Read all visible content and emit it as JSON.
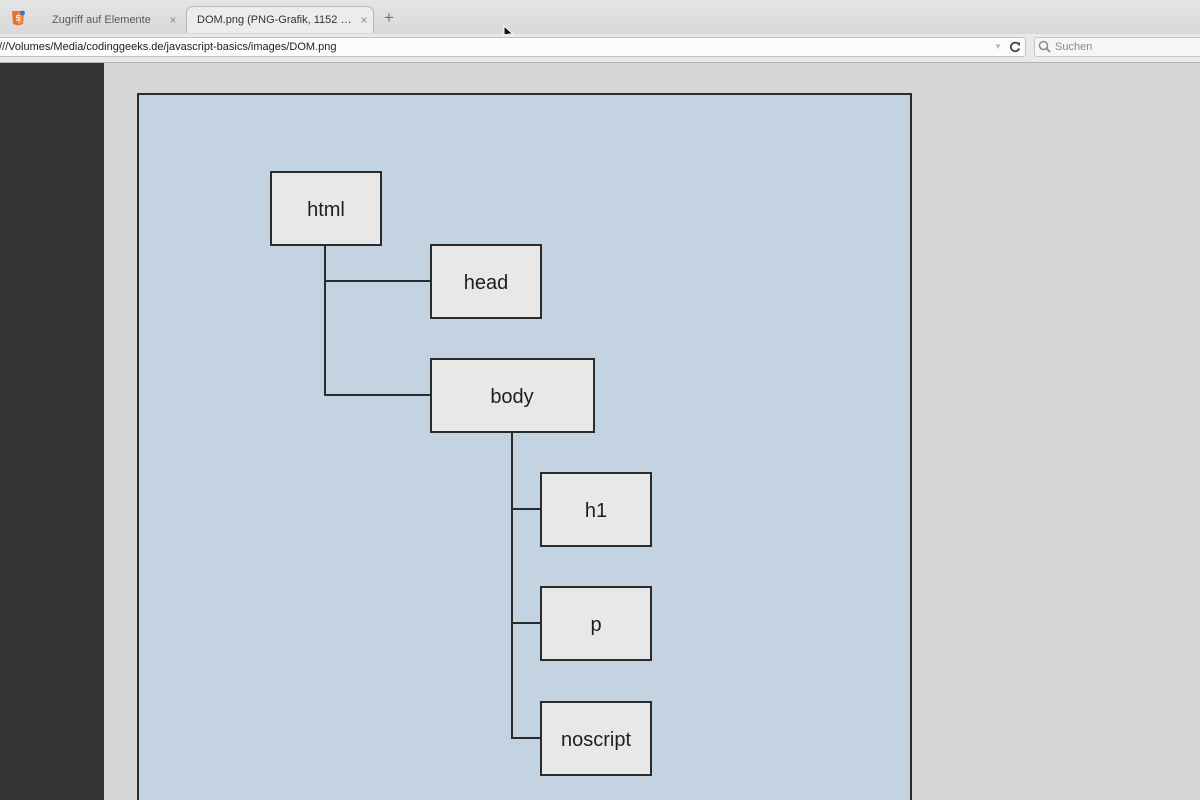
{
  "window": {
    "tabs": [
      {
        "label": "Zugriff auf Elemente",
        "active": false
      },
      {
        "label": "DOM.png (PNG-Grafik, 1152 × 8…",
        "active": true
      }
    ],
    "close_glyph": "×",
    "new_tab_glyph": "+",
    "icons": {
      "app": "firefox-html5-icon",
      "tab_close": "close-icon",
      "new_tab": "plus-icon",
      "reload": "reload-icon",
      "dropdown": "chevron-down-icon",
      "search": "search-icon",
      "cursor": "mouse-cursor-icon"
    }
  },
  "navigation": {
    "url": "///Volumes/Media/codinggeeks.de/javascript-basics/images/DOM.png",
    "dropdown_glyph": "▼",
    "search_placeholder": "Suchen"
  },
  "diagram": {
    "nodes": [
      {
        "id": "html",
        "label": "html"
      },
      {
        "id": "head",
        "label": "head"
      },
      {
        "id": "body",
        "label": "body"
      },
      {
        "id": "h1",
        "label": "h1"
      },
      {
        "id": "p",
        "label": "p"
      },
      {
        "id": "noscript",
        "label": "noscript"
      }
    ],
    "edges": [
      {
        "from": "html",
        "to": "head"
      },
      {
        "from": "html",
        "to": "body"
      },
      {
        "from": "body",
        "to": "h1"
      },
      {
        "from": "body",
        "to": "p"
      },
      {
        "from": "body",
        "to": "noscript"
      }
    ]
  },
  "colors": {
    "diagram_background": "#c4d3e1",
    "node_fill": "#e8e8e8",
    "stroke": "#2b2b2b",
    "sidebar": "#333333",
    "page_background": "#d6d6d6"
  }
}
